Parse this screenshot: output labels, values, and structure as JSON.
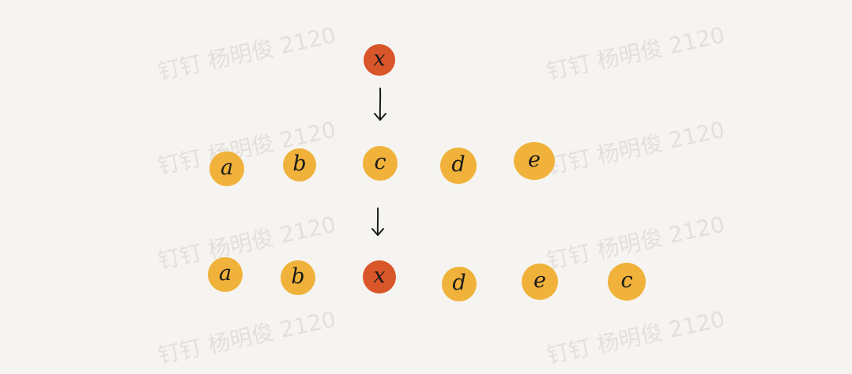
{
  "watermark_text": "钉钉 杨明俊 2120",
  "colors": {
    "background": "#f6f4f0",
    "element_fill": "#f0b23a",
    "insert_fill": "#d9552a"
  },
  "top": {
    "insert_element": "x"
  },
  "before_row": {
    "items": [
      "a",
      "b",
      "c",
      "d",
      "e"
    ]
  },
  "after_row": {
    "items": [
      "a",
      "b",
      "x",
      "d",
      "e",
      "c"
    ]
  }
}
